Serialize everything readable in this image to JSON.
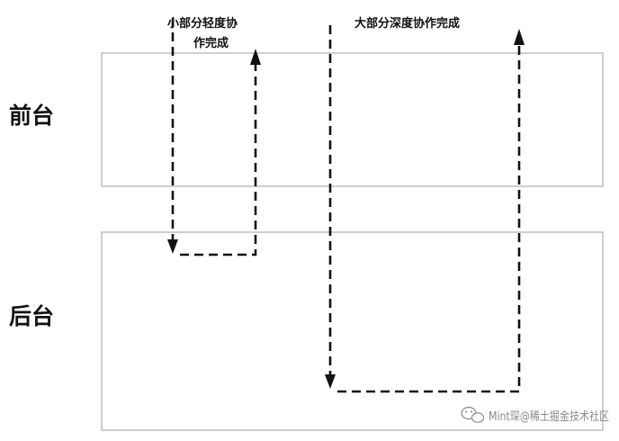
{
  "lanes": {
    "frontend": "前台",
    "backend": "后台"
  },
  "flows": {
    "light": {
      "label_line1": "小部分轻度协",
      "label_line2": "作完成"
    },
    "deep": {
      "label": "大部分深度协作完成"
    }
  },
  "watermark": {
    "text": "Mint琛@稀土掘金技术社区"
  },
  "colors": {
    "lane_border": "#b5b5b5",
    "line": "#111111",
    "watermark": "#8a8a8a"
  }
}
